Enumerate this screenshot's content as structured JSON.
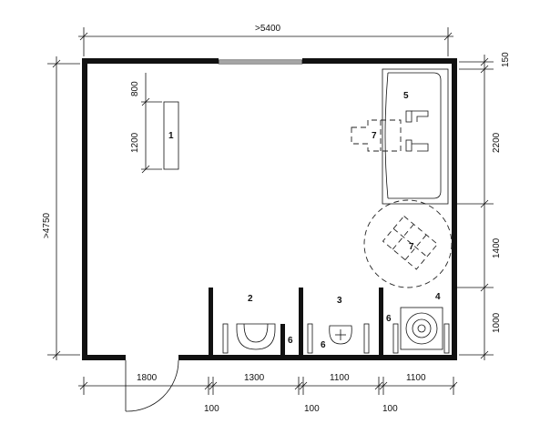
{
  "dimensions": {
    "top_overall": ">5400",
    "left_overall": ">4750",
    "right_150": "150",
    "right_2200": "2200",
    "right_1400": "1400",
    "right_1000": "1000",
    "bottom_1800": "1800",
    "bottom_1300": "1300",
    "bottom_1100_a": "1100",
    "bottom_1100_b": "1100",
    "bottom_100_a": "100",
    "bottom_100_b": "100",
    "bottom_100_c": "100",
    "inner_800": "800",
    "inner_1200": "1200"
  },
  "labels": {
    "item_1": "1",
    "item_2": "2",
    "item_3": "3",
    "item_4": "4",
    "item_5": "5",
    "item_6a": "6",
    "item_6b": "6",
    "item_6c": "6",
    "item_7a": "7",
    "item_7b": "7"
  }
}
